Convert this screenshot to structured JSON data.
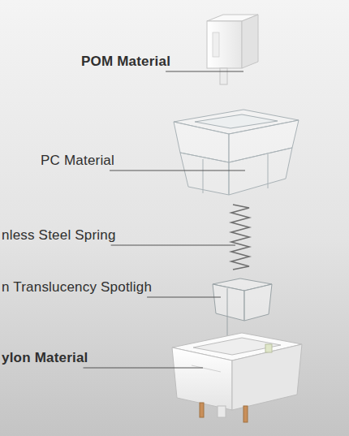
{
  "diagram": {
    "labels": [
      "POM Material",
      "PC Material",
      "nless Steel Spring",
      "n Translucency Spotligh",
      "ylon Material"
    ]
  }
}
